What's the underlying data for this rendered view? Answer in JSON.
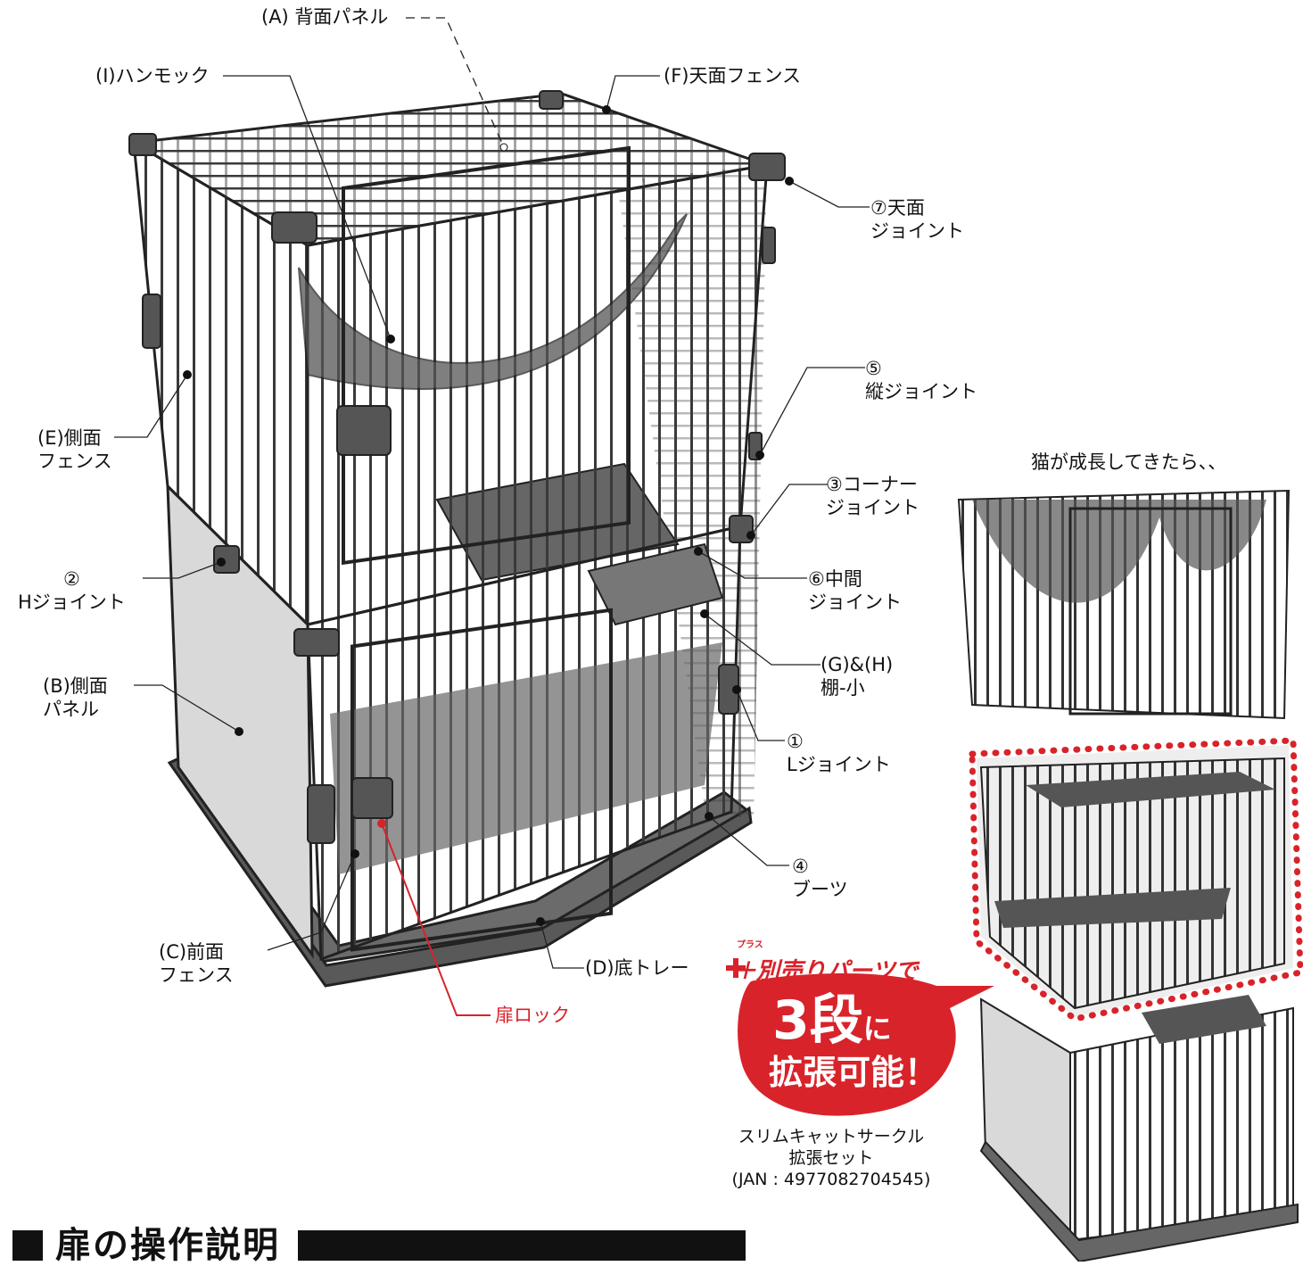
{
  "labels": {
    "back_panel": "(A) 背面パネル",
    "hammock": "(I)ハンモック",
    "top_fence": "(F)天面フェンス",
    "top_joint": "⑦天面\nジョイント",
    "vertical_joint": "⑤\n縦ジョイント",
    "side_fence": "(E)側面\nフェンス",
    "corner_joint": "③コーナー\nジョイント",
    "h_joint": "②\nHジョイント",
    "middle_joint": "⑥中間\nジョイント",
    "side_panel": "(B)側面\nパネル",
    "shelf_small": "(G)&(H)\n棚-小",
    "l_joint": "①\nLジョイント",
    "boots": "④\nブーツ",
    "front_fence": "(C)前面\nフェンス",
    "bottom_tray": "(D)底トレー",
    "door_lock": "扉ロック"
  },
  "expansion": {
    "heading": "猫が成長してきたら、、",
    "ruby": "プラス",
    "badge_line1": "＋別売りパーツで",
    "badge_big_num": "3段",
    "badge_big_suffix": "に",
    "badge_line3": "拡張可能！",
    "product_caption": "スリムキャットサークル\n拡張セット\n(JAN : 4977082704545)"
  },
  "section": {
    "title": "扉の操作説明"
  },
  "colors": {
    "accent_red": "#d8232a",
    "cage_wire": "#3a3a3a",
    "panel_gray": "#d9d9d9",
    "tray_gray": "#6b6b6b",
    "shelf_gray": "#555555"
  }
}
